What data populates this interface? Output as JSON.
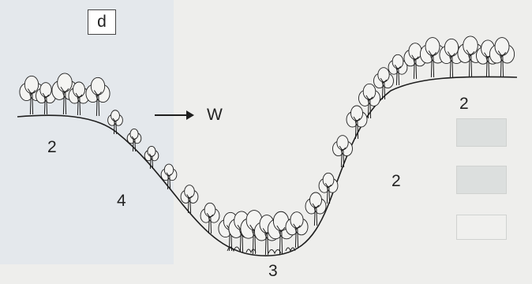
{
  "panel_label": "d",
  "wind_label": "W",
  "slope_labels": {
    "left_plateau": "2",
    "left_slope": "4",
    "valley_bottom": "3",
    "right_slope": "2",
    "right_plateau": "2"
  },
  "colors": {
    "ink": "#1e1e1e",
    "tree_fill": "#f4f4f2",
    "background": "#eeeeec"
  },
  "icons": {
    "arrow": "right-arrow-icon",
    "tree": "deciduous-tree-icon"
  }
}
